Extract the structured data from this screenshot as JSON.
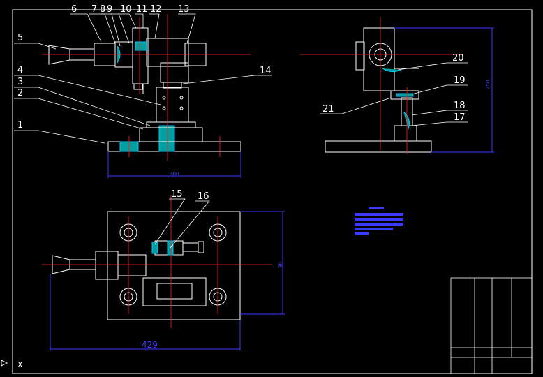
{
  "colors": {
    "background": "#000000",
    "part": "#ffffff",
    "centerline": "#ff2020",
    "dimension": "#3a3aff",
    "section_hatch": "#00c8ff",
    "section_fill": "#00a0a0"
  },
  "balloons": [
    "1",
    "2",
    "3",
    "4",
    "5",
    "6",
    "7",
    "8",
    "9",
    "10",
    "11",
    "12",
    "13",
    "14",
    "15",
    "16",
    "17",
    "18",
    "19",
    "20",
    "21"
  ],
  "dimensions": {
    "front_width": "300",
    "side_height": "250",
    "top_width": "429",
    "top_height": "80"
  },
  "title_block": {
    "present": true
  },
  "ucs_icon": "X"
}
